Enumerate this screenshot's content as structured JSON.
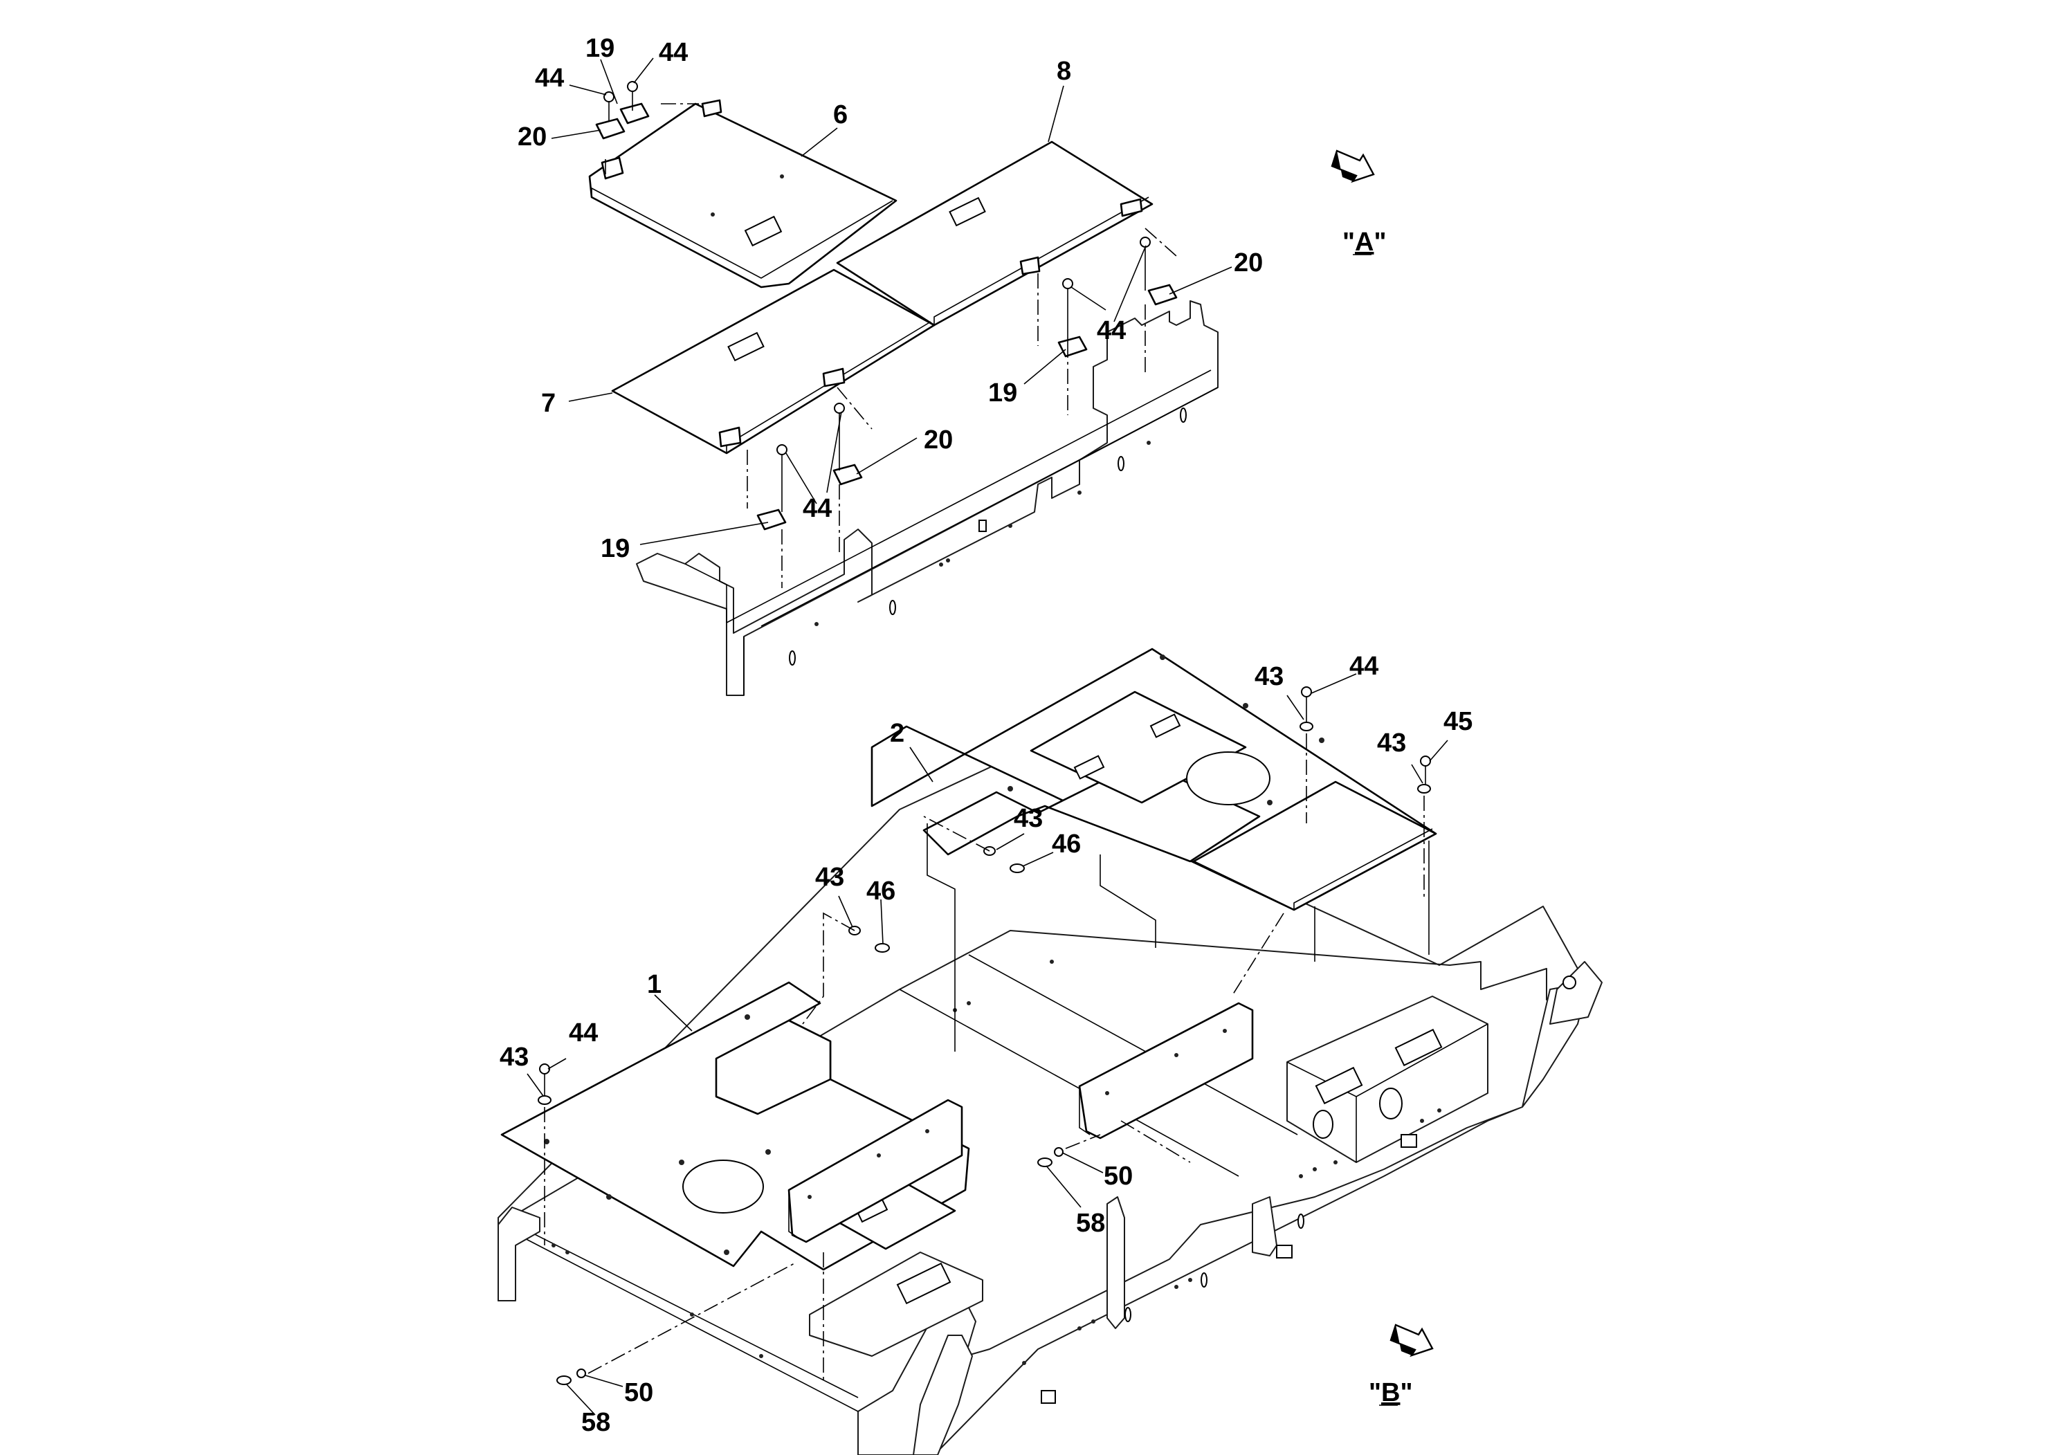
{
  "diagram": {
    "callouts": [
      {
        "id": "c19a",
        "text": "19"
      },
      {
        "id": "c44a",
        "text": "44"
      },
      {
        "id": "c44b",
        "text": "44"
      },
      {
        "id": "c20a",
        "text": "20"
      },
      {
        "id": "c6",
        "text": "6"
      },
      {
        "id": "c8",
        "text": "8"
      },
      {
        "id": "c20b",
        "text": "20"
      },
      {
        "id": "c44c",
        "text": "44"
      },
      {
        "id": "c19b",
        "text": "19"
      },
      {
        "id": "c7",
        "text": "7"
      },
      {
        "id": "c20c",
        "text": "20"
      },
      {
        "id": "c44d",
        "text": "44"
      },
      {
        "id": "c19c",
        "text": "19"
      },
      {
        "id": "c2",
        "text": "2"
      },
      {
        "id": "c43a",
        "text": "43"
      },
      {
        "id": "c44e",
        "text": "44"
      },
      {
        "id": "c43b",
        "text": "43"
      },
      {
        "id": "c45",
        "text": "45"
      },
      {
        "id": "c43c",
        "text": "43"
      },
      {
        "id": "c46a",
        "text": "46"
      },
      {
        "id": "c43d",
        "text": "43"
      },
      {
        "id": "c46b",
        "text": "46"
      },
      {
        "id": "c1",
        "text": "1"
      },
      {
        "id": "c43e",
        "text": "43"
      },
      {
        "id": "c44f",
        "text": "44"
      },
      {
        "id": "c50a",
        "text": "50"
      },
      {
        "id": "c58a",
        "text": "58"
      },
      {
        "id": "c50b",
        "text": "50"
      },
      {
        "id": "c58b",
        "text": "58"
      }
    ],
    "view_labels": {
      "a": {
        "prefix": "\"",
        "letter": "A",
        "suffix": "\""
      },
      "b": {
        "prefix": "\"",
        "letter": "B",
        "suffix": "\""
      }
    },
    "view_arrows": [
      {
        "id": "arrow-a",
        "icon": "view-direction-arrow-icon"
      },
      {
        "id": "arrow-b",
        "icon": "view-direction-arrow-icon"
      }
    ]
  }
}
